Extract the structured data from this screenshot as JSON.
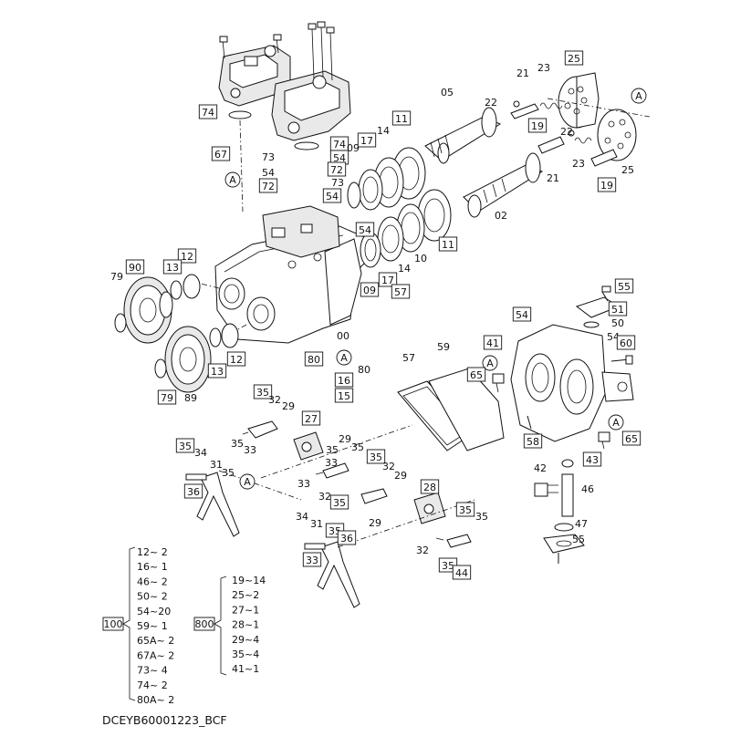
{
  "drawing_code": "DCEYB60001223_BCF",
  "callouts": [
    {
      "label": "74",
      "boxed": true
    },
    {
      "label": "67",
      "boxed": true
    },
    {
      "label": "A",
      "boxed": false
    },
    {
      "label": "73",
      "boxed": false
    },
    {
      "label": "54",
      "boxed": false
    },
    {
      "label": "72",
      "boxed": true
    },
    {
      "label": "74",
      "boxed": true
    },
    {
      "label": "54",
      "boxed": true
    },
    {
      "label": "72",
      "boxed": true
    },
    {
      "label": "73",
      "boxed": false
    },
    {
      "label": "54",
      "boxed": true
    },
    {
      "label": "09",
      "boxed": false
    },
    {
      "label": "17",
      "boxed": true
    },
    {
      "label": "14",
      "boxed": false
    },
    {
      "label": "11",
      "boxed": true
    },
    {
      "label": "05",
      "boxed": false
    },
    {
      "label": "22",
      "boxed": false
    },
    {
      "label": "21",
      "boxed": false
    },
    {
      "label": "23",
      "boxed": false
    },
    {
      "label": "25",
      "boxed": true
    },
    {
      "label": "A",
      "boxed": false
    },
    {
      "label": "19",
      "boxed": true
    },
    {
      "label": "22",
      "boxed": false
    },
    {
      "label": "23",
      "boxed": false
    },
    {
      "label": "21",
      "boxed": false
    },
    {
      "label": "19",
      "boxed": true
    },
    {
      "label": "25",
      "boxed": false
    },
    {
      "label": "02",
      "boxed": false
    },
    {
      "label": "11",
      "boxed": true
    },
    {
      "label": "10",
      "boxed": false
    },
    {
      "label": "14",
      "boxed": false
    },
    {
      "label": "17",
      "boxed": true
    },
    {
      "label": "09",
      "boxed": true
    },
    {
      "label": "54",
      "boxed": true
    },
    {
      "label": "57",
      "boxed": true
    },
    {
      "label": "12",
      "boxed": true
    },
    {
      "label": "13",
      "boxed": true
    },
    {
      "label": "79",
      "boxed": false
    },
    {
      "label": "90",
      "boxed": true
    },
    {
      "label": "00",
      "boxed": false
    },
    {
      "label": "A",
      "boxed": false
    },
    {
      "label": "80",
      "boxed": true
    },
    {
      "label": "80",
      "boxed": false
    },
    {
      "label": "16",
      "boxed": true
    },
    {
      "label": "15",
      "boxed": true
    },
    {
      "label": "12",
      "boxed": true
    },
    {
      "label": "13",
      "boxed": true
    },
    {
      "label": "79",
      "boxed": true
    },
    {
      "label": "89",
      "boxed": false
    },
    {
      "label": "55",
      "boxed": true
    },
    {
      "label": "54",
      "boxed": true
    },
    {
      "label": "51",
      "boxed": true
    },
    {
      "label": "50",
      "boxed": false
    },
    {
      "label": "54",
      "boxed": false
    },
    {
      "label": "60",
      "boxed": true
    },
    {
      "label": "41",
      "boxed": true
    },
    {
      "label": "A",
      "boxed": false
    },
    {
      "label": "65",
      "boxed": true
    },
    {
      "label": "A",
      "boxed": false
    },
    {
      "label": "65",
      "boxed": true
    },
    {
      "label": "58",
      "boxed": true
    },
    {
      "label": "57",
      "boxed": false
    },
    {
      "label": "59",
      "boxed": false
    },
    {
      "label": "35",
      "boxed": true
    },
    {
      "label": "32",
      "boxed": false
    },
    {
      "label": "29",
      "boxed": false
    },
    {
      "label": "27",
      "boxed": true
    },
    {
      "label": "35",
      "boxed": false
    },
    {
      "label": "33",
      "boxed": false
    },
    {
      "label": "35",
      "boxed": true
    },
    {
      "label": "34",
      "boxed": false
    },
    {
      "label": "31",
      "boxed": false
    },
    {
      "label": "35",
      "boxed": false
    },
    {
      "label": "36",
      "boxed": true
    },
    {
      "label": "A",
      "boxed": false
    },
    {
      "label": "29",
      "boxed": false
    },
    {
      "label": "35",
      "boxed": false
    },
    {
      "label": "33",
      "boxed": false
    },
    {
      "label": "32",
      "boxed": false
    },
    {
      "label": "35",
      "boxed": true
    },
    {
      "label": "35",
      "boxed": true
    },
    {
      "label": "32",
      "boxed": false
    },
    {
      "label": "29",
      "boxed": false
    },
    {
      "label": "28",
      "boxed": true
    },
    {
      "label": "35",
      "boxed": false
    },
    {
      "label": "33",
      "boxed": false
    },
    {
      "label": "29",
      "boxed": false
    },
    {
      "label": "35",
      "boxed": true
    },
    {
      "label": "35",
      "boxed": false
    },
    {
      "label": "34",
      "boxed": false
    },
    {
      "label": "31",
      "boxed": false
    },
    {
      "label": "35",
      "boxed": true
    },
    {
      "label": "36",
      "boxed": true
    },
    {
      "label": "33",
      "boxed": true
    },
    {
      "label": "32",
      "boxed": false
    },
    {
      "label": "35",
      "boxed": true
    },
    {
      "label": "44",
      "boxed": true
    },
    {
      "label": "43",
      "boxed": true
    },
    {
      "label": "42",
      "boxed": false
    },
    {
      "label": "46",
      "boxed": false
    },
    {
      "label": "47",
      "boxed": false
    },
    {
      "label": "55",
      "boxed": false
    }
  ],
  "kit_100": {
    "label": "100",
    "items": [
      "12~ 2",
      "16~ 1",
      "46~ 2",
      "50~ 2",
      "54~20",
      "59~ 1",
      "65A~ 2",
      "67A~ 2",
      "73~ 4",
      "74~ 2",
      "80A~ 2"
    ]
  },
  "kit_800": {
    "label": "800",
    "items": [
      "19~14",
      "25~2",
      "27~1",
      "28~1",
      "29~4",
      "35~4",
      "41~1"
    ]
  }
}
